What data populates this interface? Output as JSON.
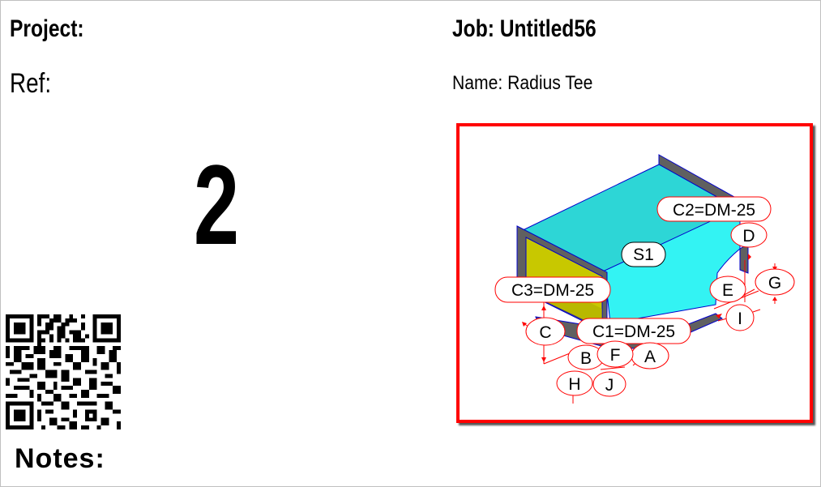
{
  "header": {
    "project_label": "Project:",
    "ref_label": "Ref:",
    "job_label": "Job: Untitled56",
    "name_label": "Name: Radius Tee"
  },
  "page_number": "2",
  "notes_label": "Notes:",
  "qr_code": {
    "icon": "qr-code-icon"
  },
  "drawing": {
    "frame_color": "#ff0000",
    "fitting_colors": {
      "top_face": "#2dd6d6",
      "front_face": "#33f3f3",
      "flange": "#606060",
      "inner_face": "#c8c800",
      "edge": "#0000cc",
      "annotation": "#ff0000"
    },
    "connector_tags": {
      "c1": "C1=DM-25",
      "c2": "C2=DM-25",
      "c3": "C3=DM-25"
    },
    "section_tag": "S1",
    "dimension_tags": {
      "a": "A",
      "b": "B",
      "c": "C",
      "d": "D",
      "e": "E",
      "f": "F",
      "g": "G",
      "h": "H",
      "i": "I",
      "j": "J"
    }
  }
}
